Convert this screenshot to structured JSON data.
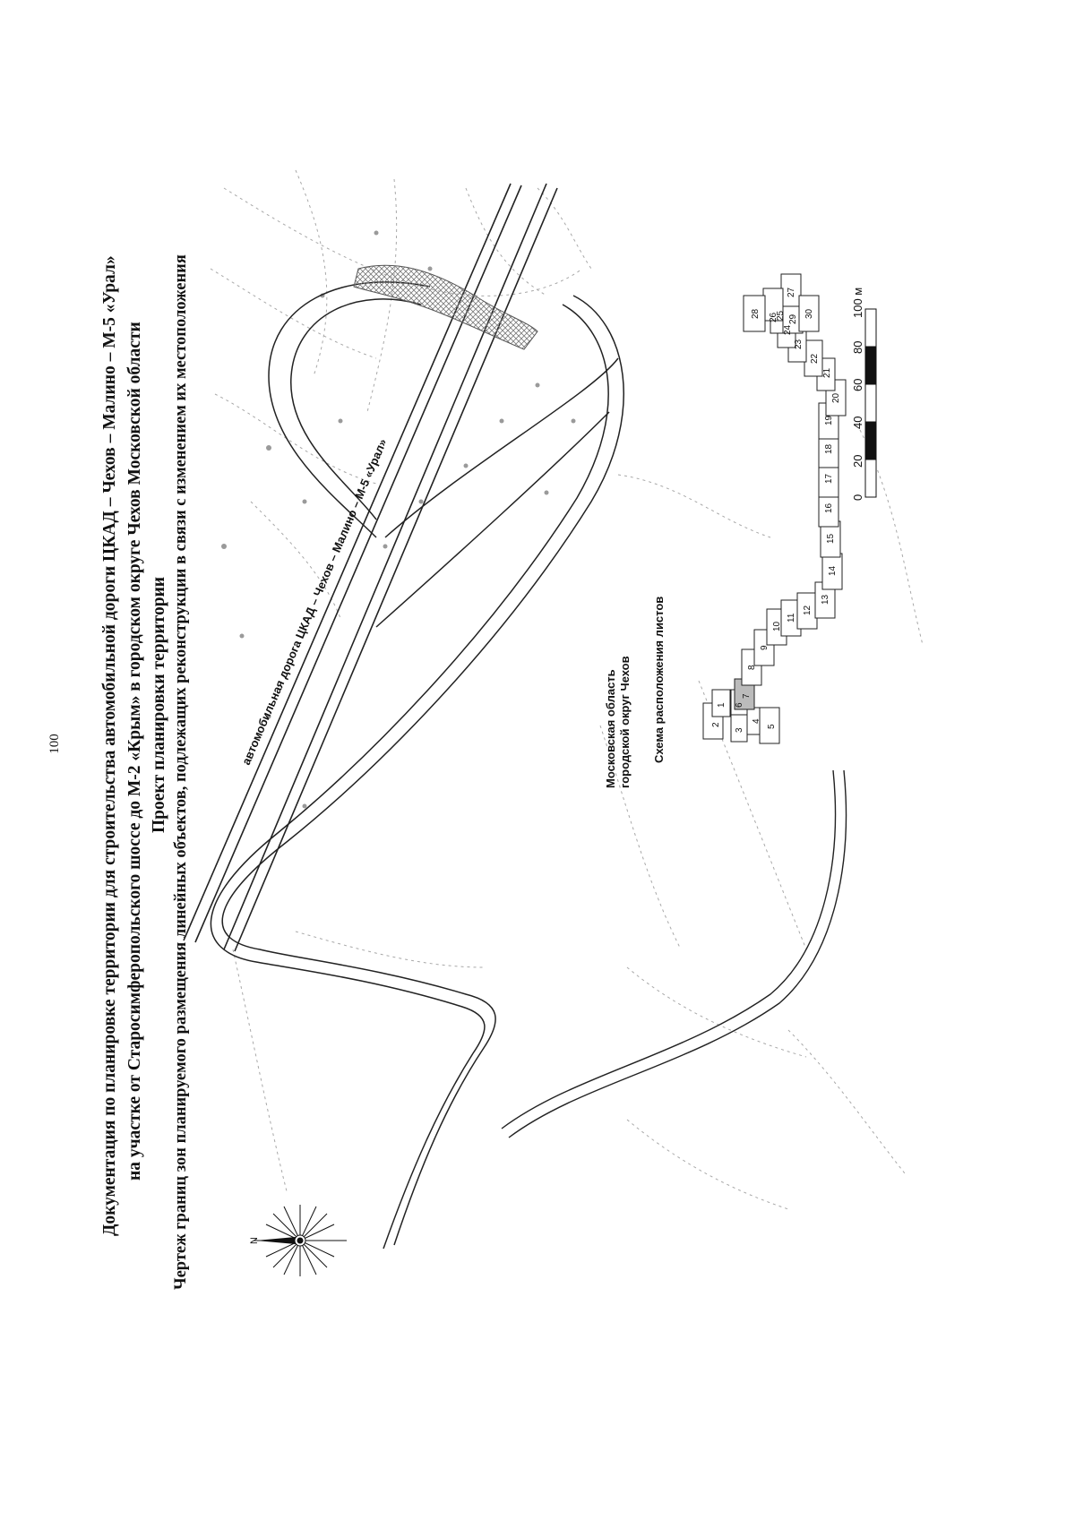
{
  "page_number": "100",
  "title": {
    "line1": "Документация по планировке территории для строительства автомобильной дороги ЦКАД – Чехов – Малино – М-5 «Урал»",
    "line2": "на участке от Старосимферопольского шоссе до М-2 «Крым» в городском округе Чехов Московской области",
    "line3": "Проект планировки территории",
    "line4": "Чертеж границ зон планируемого размещения линейных объектов, подлежащих реконструкции в связи с изменением их местоположения"
  },
  "map": {
    "road_label": "автомобильная дорога ЦКАД – Чехов – Малино – М-5 «Урал»",
    "region_label_1": "Московская область",
    "region_label_2": "городской округ Чехов",
    "sheet_index_title": "Схема расположения листов",
    "sheet_numbers": [
      "1",
      "2",
      "3",
      "4",
      "5",
      "6",
      "7",
      "8",
      "9",
      "10",
      "11",
      "12",
      "13",
      "14",
      "15",
      "16",
      "17",
      "18",
      "19",
      "20",
      "21",
      "22",
      "23",
      "24",
      "25",
      "26",
      "27",
      "28",
      "29",
      "30"
    ],
    "highlighted_sheet": "7",
    "scale_ticks": [
      "0",
      "20",
      "40",
      "60",
      "80",
      "100 м"
    ],
    "north_label": "N"
  },
  "colors": {
    "line": "#222222",
    "terrain": "#9a9a9a",
    "hatch": "#7a7a7a"
  }
}
